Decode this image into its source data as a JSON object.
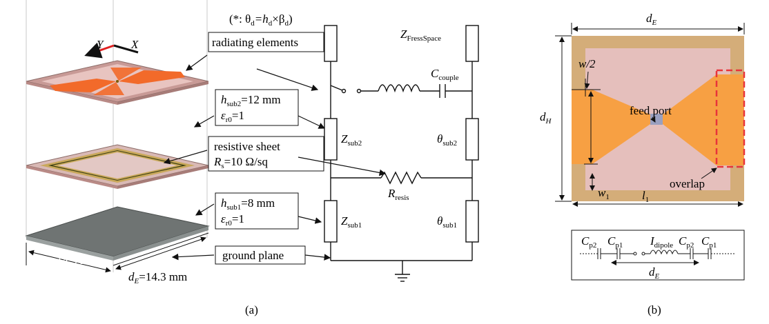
{
  "annotation_note": "(*: θ",
  "annotation_note_d": "d",
  "annotation_note_mid": "=h",
  "annotation_note_mid2": "d",
  "annotation_note_x": "×β",
  "annotation_note_end": ")",
  "axis_y": "Y",
  "axis_x": "X",
  "callouts": {
    "radiating": "radiating elements",
    "hsub2_h": "h",
    "hsub2_sub": "sub2",
    "hsub2_val": "=12 mm",
    "eps_sym": "ε",
    "eps_sub": "r0",
    "eps_val": "=1",
    "resistive": "resistive sheet",
    "rs_sym": "R",
    "rs_sub": "s",
    "rs_val": "=10 Ω/sq",
    "hsub1_h": "h",
    "hsub1_sub": "sub1",
    "hsub1_val": "=8 mm",
    "eps1_sym": "ε",
    "eps1_sub": "r0",
    "eps1_val": "=1",
    "ground": "ground plane"
  },
  "dims_a": {
    "dh_sym": "d",
    "dh_sub": "H",
    "dh_val": "=14.3 mm",
    "de_sym": "d",
    "de_sub": "E",
    "de_val": "=14.3 mm"
  },
  "circuit": {
    "zfree": "Z",
    "zfree_sub": "FressSpace",
    "ccouple": "C",
    "ccouple_sub": "couple",
    "zsub2": "Z",
    "zsub2_sub": "sub2",
    "theta2": "θ",
    "theta2_sub": "sub2",
    "rresis": "R",
    "rresis_sub": "resis",
    "zsub1": "Z",
    "zsub1_sub": "sub1",
    "theta1": "θ",
    "theta1_sub": "sub1"
  },
  "panel_b": {
    "de": "d",
    "de_sub": "E",
    "w2": "w/2",
    "dh": "d",
    "dh_sub": "H",
    "feed_port": "feed port",
    "overlap": "overlap",
    "w1": "w",
    "w1_sub": "1",
    "l1": "l",
    "l1_sub": "1"
  },
  "equiv": {
    "cp2a": "C",
    "cp2a_sub": "p2",
    "cp1a": "C",
    "cp1a_sub": "p1",
    "idipole": "I",
    "idipole_sub": "dipole",
    "cp2b": "C",
    "cp2b_sub": "p2",
    "cp1b": "C",
    "cp1b_sub": "p1",
    "de": "d",
    "de_sub": "E"
  },
  "captions": {
    "a": "(a)",
    "b": "(b)"
  },
  "colors": {
    "patch_orange": "#f26a2a",
    "substrate_pink": "#e8c6c2",
    "resistive_gold": "#c9a85a",
    "ground_gray": "#6f7473",
    "dipole_orange": "#f7a043",
    "overlap_red": "#e8333a"
  }
}
